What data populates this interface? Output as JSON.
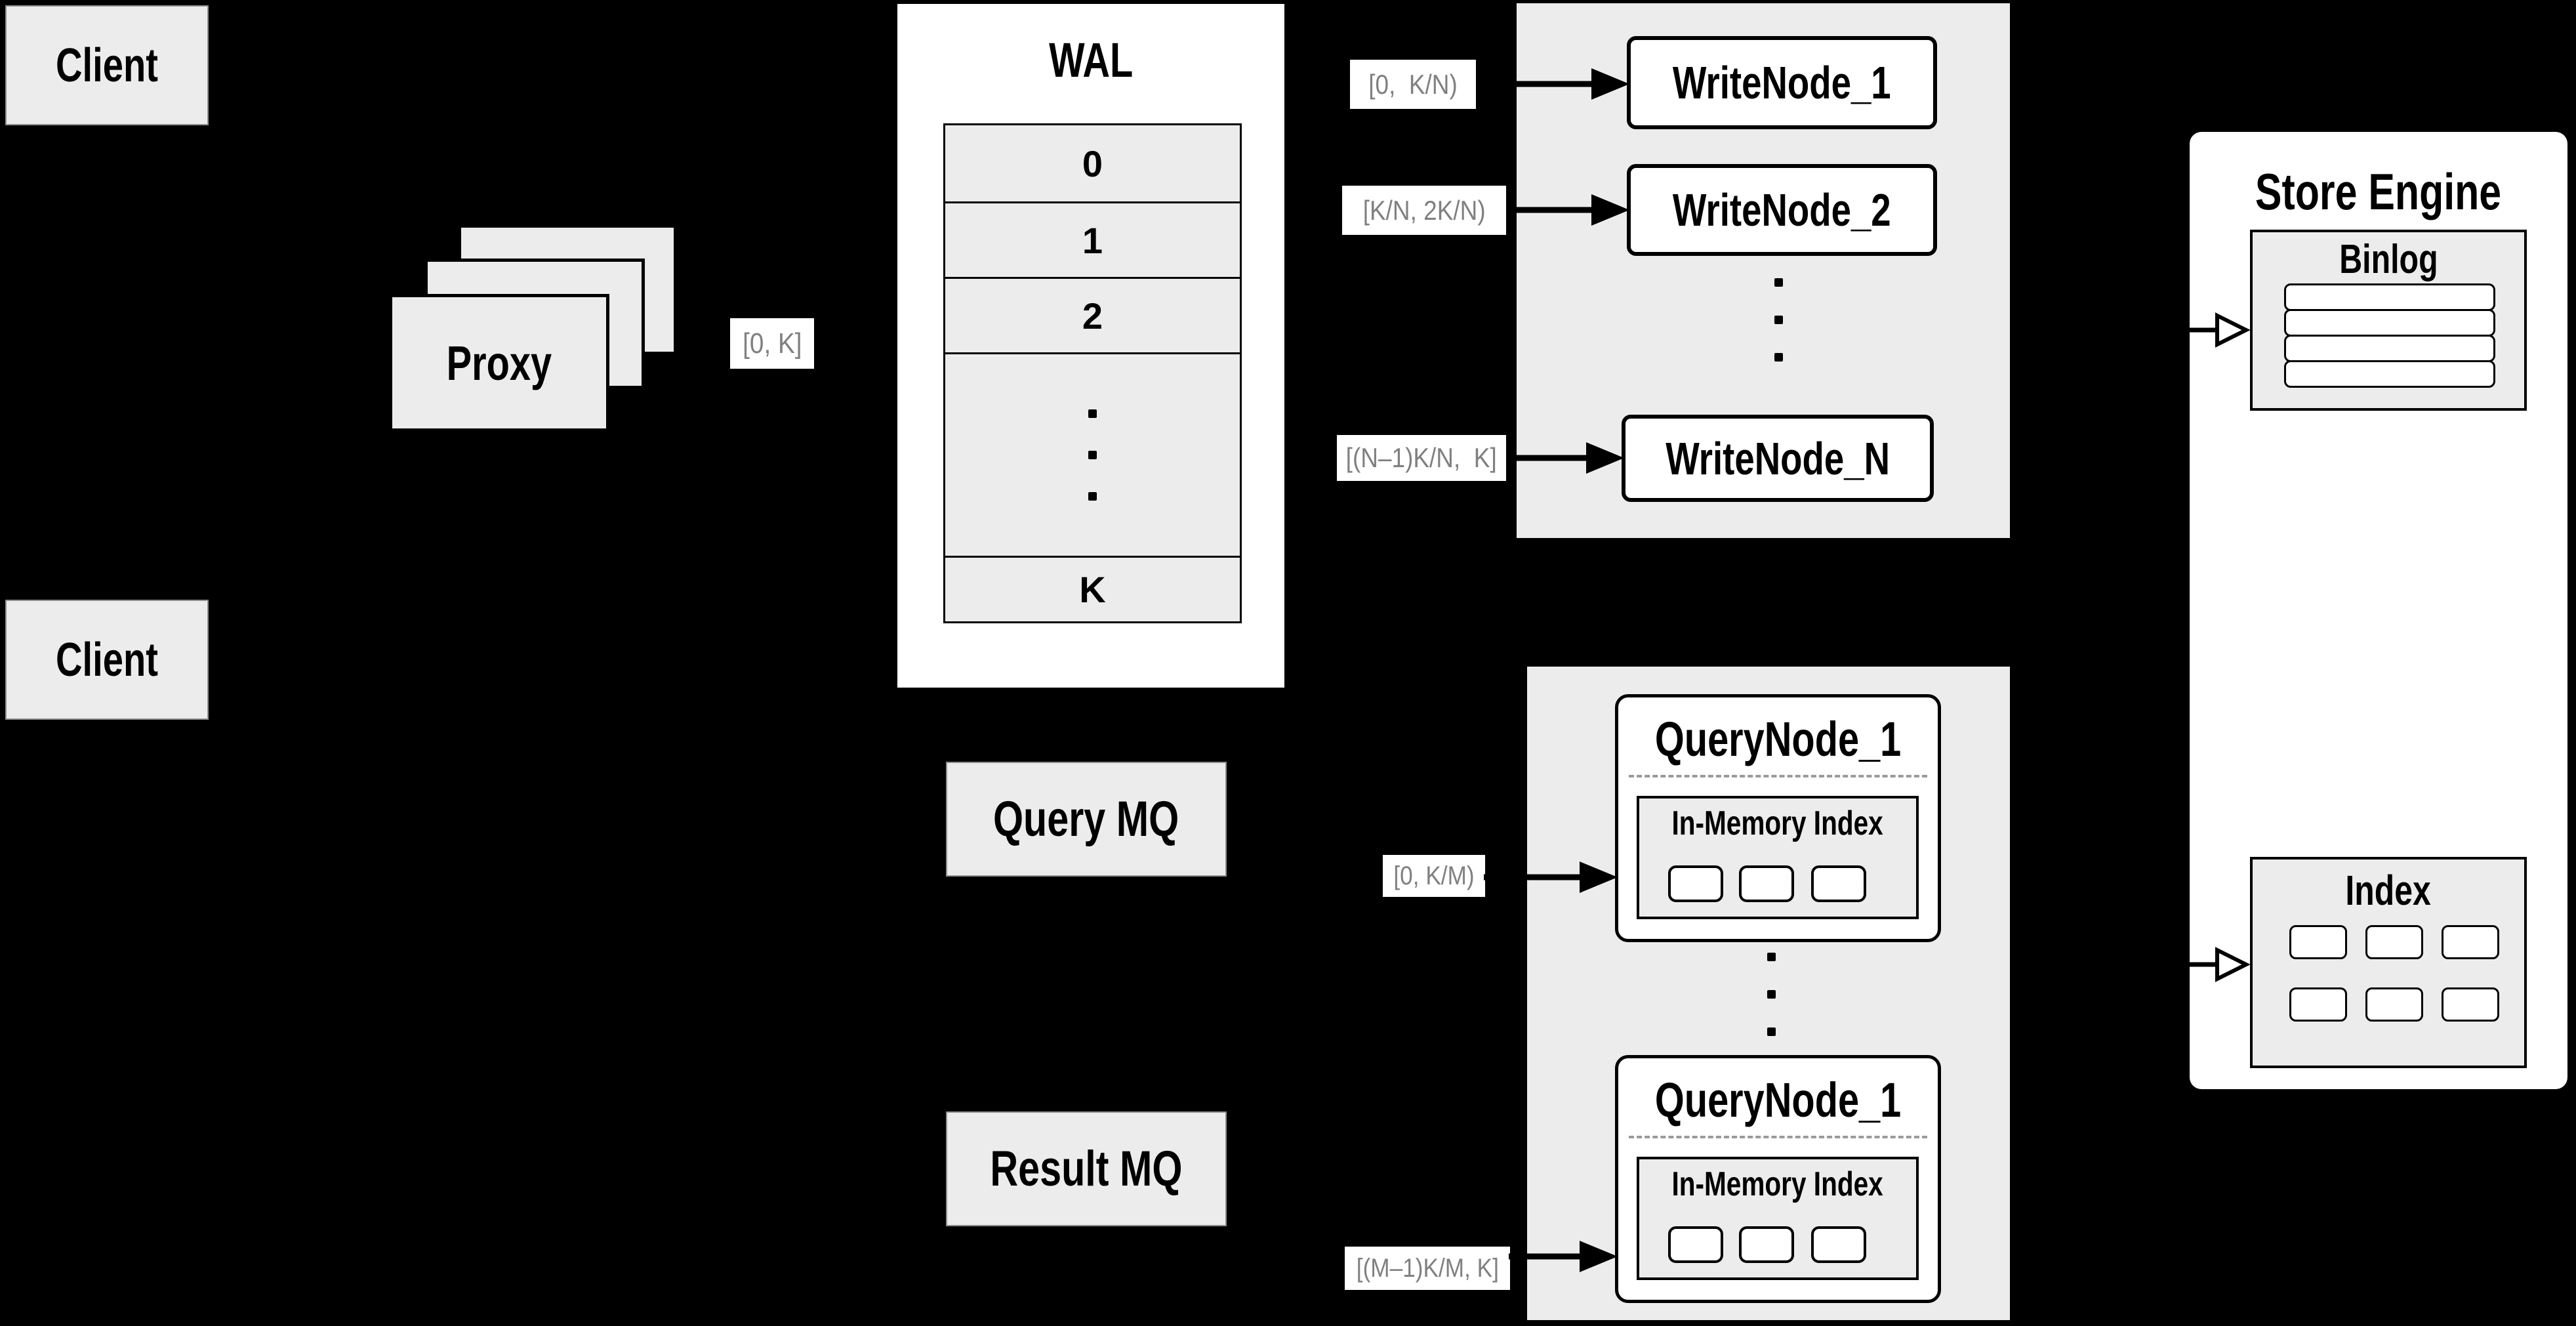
{
  "colors": {
    "background": "#000000",
    "box_gray": "#ececec",
    "box_white": "#ffffff",
    "border_black": "#000000",
    "range_label_gray": "#808080"
  },
  "client_top": {
    "label": "Client"
  },
  "client_bottom": {
    "label": "Client"
  },
  "proxy": {
    "label": "Proxy",
    "range": "[0, K]"
  },
  "wal": {
    "title": "WAL",
    "rows": [
      "0",
      "1",
      "2",
      "K"
    ]
  },
  "write_group": {
    "nodes": [
      {
        "label": "WriteNode_1",
        "range": "[0,  K/N)"
      },
      {
        "label": "WriteNode_2",
        "range": "[K/N, 2K/N)"
      },
      {
        "label": "WriteNode_N",
        "range": "[(N–1)K/N,  K]"
      }
    ]
  },
  "store_engine": {
    "title": "Store Engine",
    "binlog": {
      "title": "Binlog"
    },
    "index": {
      "title": "Index"
    }
  },
  "mq": {
    "query": "Query MQ",
    "result": "Result MQ"
  },
  "query_group": {
    "nodes": [
      {
        "title": "QueryNode_1",
        "memory_index": "In-Memory Index",
        "range": "[0, K/M)"
      },
      {
        "title": "QueryNode_1",
        "memory_index": "In-Memory Index",
        "range": "[(M–1)K/M, K]"
      }
    ]
  }
}
